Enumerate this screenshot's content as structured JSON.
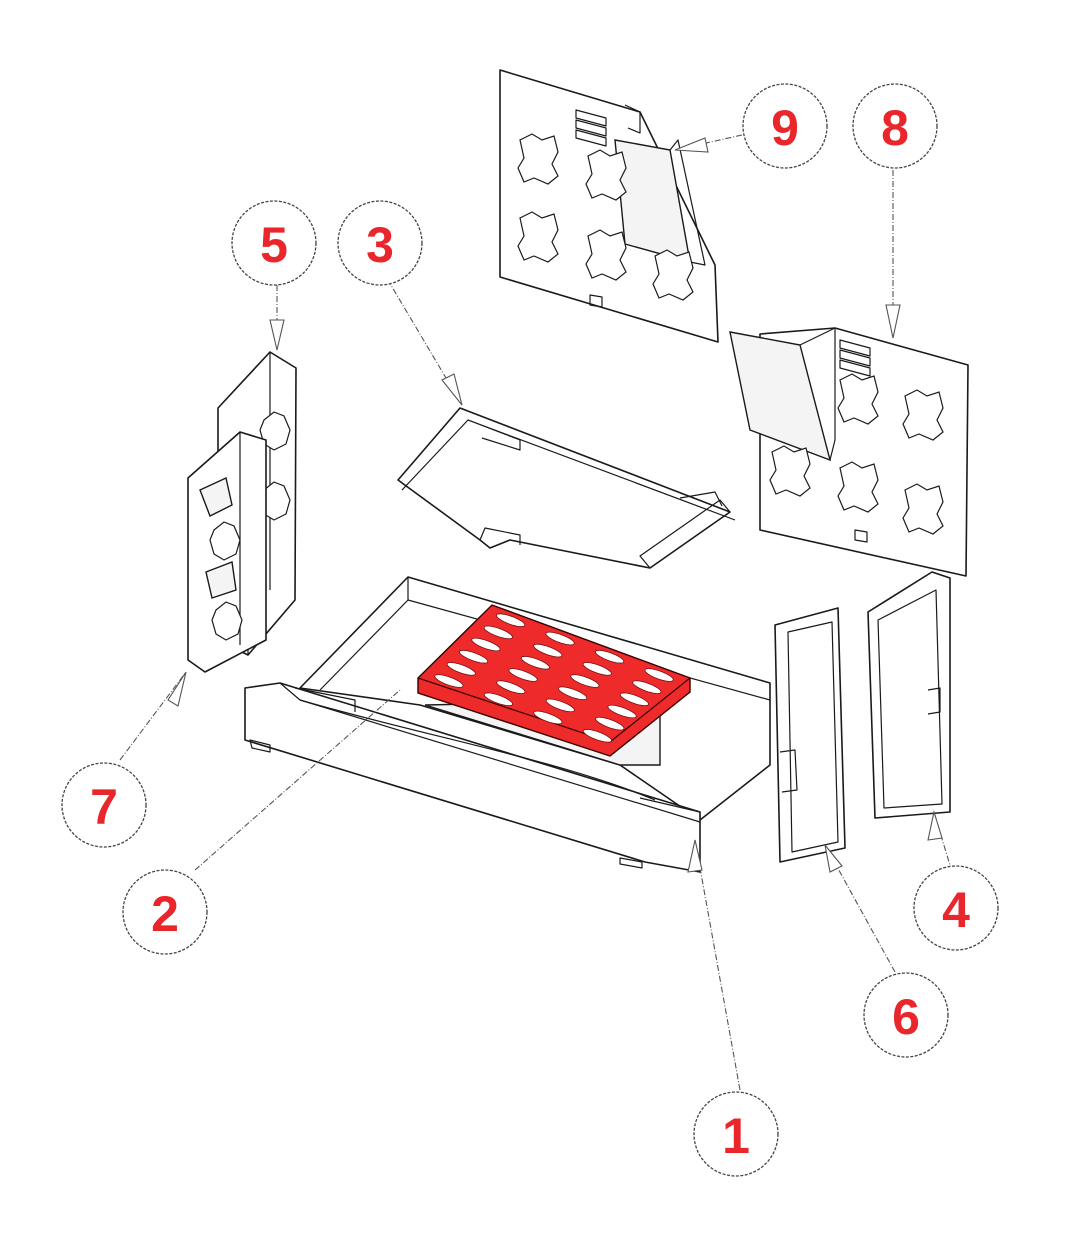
{
  "accent_color": "#e8262b",
  "highlight_color": "#ee2a2a",
  "callouts": [
    {
      "label": "1",
      "part": "front-fender"
    },
    {
      "label": "2",
      "part": "grate"
    },
    {
      "label": "3",
      "part": "baffle-plate"
    },
    {
      "label": "4",
      "part": "right-side-panel"
    },
    {
      "label": "5",
      "part": "left-side-brick"
    },
    {
      "label": "6",
      "part": "right-side-brick"
    },
    {
      "label": "7",
      "part": "left-side-panel"
    },
    {
      "label": "8",
      "part": "rear-right-brick"
    },
    {
      "label": "9",
      "part": "rear-left-brick"
    }
  ]
}
